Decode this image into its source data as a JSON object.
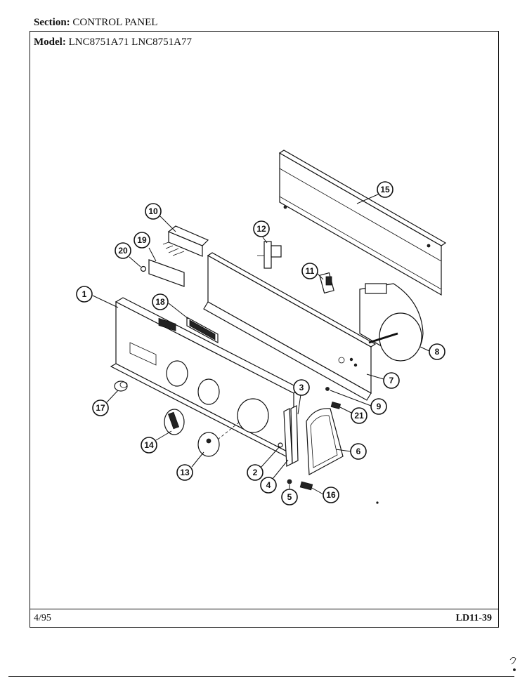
{
  "header": {
    "section_label": "Section:",
    "section_value": "CONTROL PANEL",
    "model_label": "Model:",
    "model_value": "LNC8751A71  LNC8751A77"
  },
  "footer": {
    "date": "4/95",
    "code": "LD11-39"
  },
  "callouts": [
    "1",
    "2",
    "3",
    "4",
    "5",
    "6",
    "7",
    "8",
    "9",
    "10",
    "11",
    "12",
    "13",
    "14",
    "15",
    "16",
    "17",
    "18",
    "19",
    "20",
    "21"
  ]
}
